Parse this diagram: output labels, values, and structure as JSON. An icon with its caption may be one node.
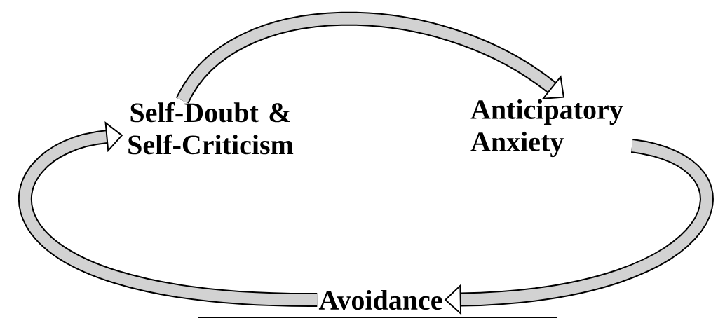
{
  "diagram": {
    "nodes": [
      {
        "text": [
          "Self-Doubt & Self-Criticism"
        ]
      },
      {
        "text": [
          "Anticipatory Anxiety"
        ]
      },
      {
        "text": [
          "Avoidance"
        ]
      }
    ],
    "edges": [
      {
        "from": 0,
        "to": 1,
        "arrow": "to"
      },
      {
        "from": 1,
        "to": 2,
        "arrow": "to"
      },
      {
        "from": 2,
        "to": 0,
        "arrow": "to"
      }
    ]
  }
}
